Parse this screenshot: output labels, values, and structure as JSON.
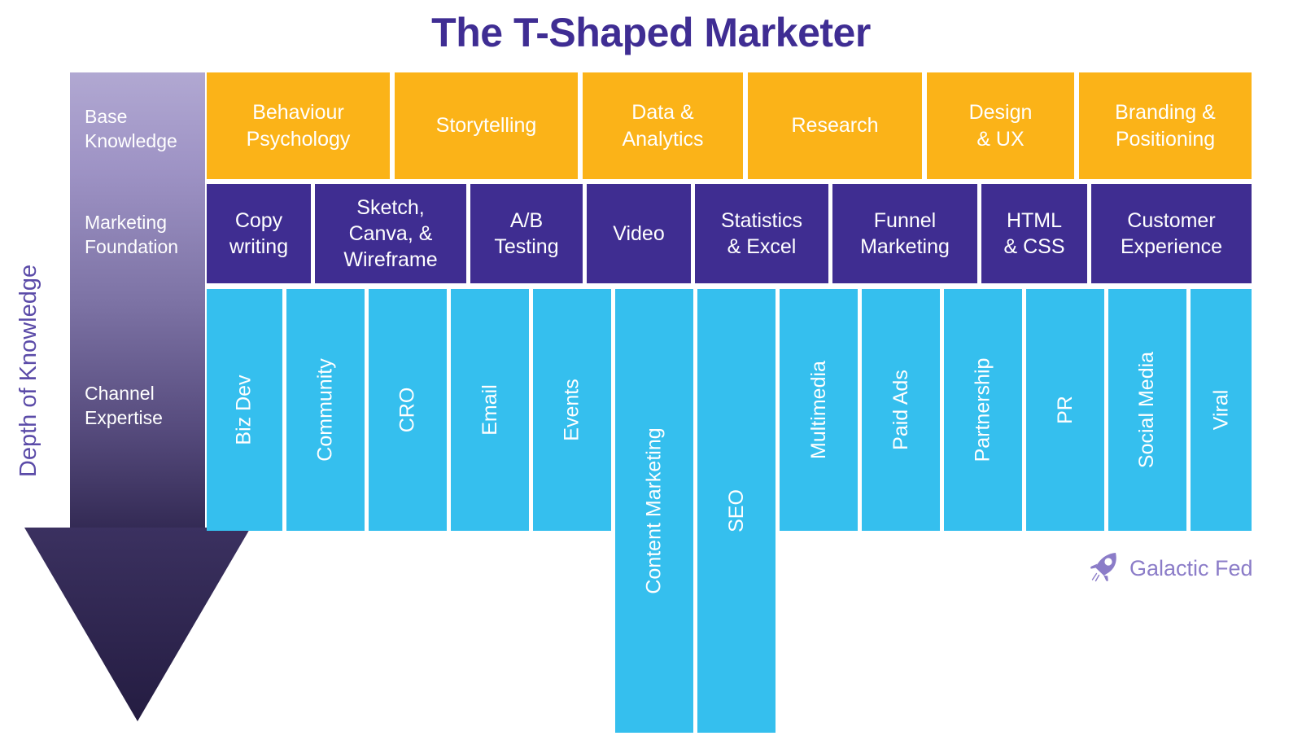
{
  "title": "The T-Shaped Marketer",
  "axis": {
    "vertical_label": "Depth of Knowledge"
  },
  "colors": {
    "title_purple": "#3f2d93",
    "base_orange": "#fbb318",
    "foundation_purple": "#3f2d91",
    "channel_blue": "#35bfee",
    "arrow_light": "#b1a8d2",
    "arrow_dark": "#332a54",
    "logo_purple": "#8b7cc8"
  },
  "rows": [
    {
      "id": "base-knowledge",
      "label": "Base\nKnowledge",
      "label_line1": "Base",
      "label_line2": "Knowledge"
    },
    {
      "id": "marketing-foundation",
      "label_line1": "Marketing",
      "label_line2": "Foundation"
    },
    {
      "id": "channel-expertise",
      "label_line1": "Channel",
      "label_line2": "Expertise"
    }
  ],
  "base_knowledge": {
    "items": [
      {
        "line1": "Behaviour",
        "line2": "Psychology"
      },
      {
        "line1": "Storytelling",
        "line2": ""
      },
      {
        "line1": "Data &",
        "line2": "Analytics"
      },
      {
        "line1": "Research",
        "line2": ""
      },
      {
        "line1": "Design",
        "line2": "& UX"
      },
      {
        "line1": "Branding &",
        "line2": "Positioning"
      }
    ]
  },
  "marketing_foundation": {
    "items": [
      {
        "line1": "Copy",
        "line2": "writing",
        "line3": ""
      },
      {
        "line1": "Sketch,",
        "line2": "Canva, &",
        "line3": "Wireframe"
      },
      {
        "line1": "A/B",
        "line2": "Testing",
        "line3": ""
      },
      {
        "line1": "Video",
        "line2": "",
        "line3": ""
      },
      {
        "line1": "Statistics",
        "line2": "& Excel",
        "line3": ""
      },
      {
        "line1": "Funnel",
        "line2": "Marketing",
        "line3": ""
      },
      {
        "line1": "HTML",
        "line2": "& CSS",
        "line3": ""
      },
      {
        "line1": "Customer",
        "line2": "Experience",
        "line3": ""
      }
    ]
  },
  "channel_expertise": {
    "items": [
      {
        "label": "Biz Dev"
      },
      {
        "label": "Community"
      },
      {
        "label": "CRO"
      },
      {
        "label": "Email"
      },
      {
        "label": "Events"
      },
      {
        "label": "Content Marketing"
      },
      {
        "label": "SEO"
      },
      {
        "label": "Multimedia"
      },
      {
        "label": "Paid Ads"
      },
      {
        "label": "Partnership"
      },
      {
        "label": "PR"
      },
      {
        "label": "Social Media"
      },
      {
        "label": "Viral"
      }
    ]
  },
  "logo": {
    "text": "Galactic Fed",
    "icon": "rocket-icon"
  },
  "chart_data": {
    "type": "table",
    "title": "The T-Shaped Marketer",
    "ylabel": "Depth of Knowledge",
    "tiers": [
      {
        "name": "Base Knowledge",
        "color": "#fbb318",
        "skills": [
          "Behaviour Psychology",
          "Storytelling",
          "Data & Analytics",
          "Research",
          "Design & UX",
          "Branding & Positioning"
        ]
      },
      {
        "name": "Marketing Foundation",
        "color": "#3f2d91",
        "skills": [
          "Copy writing",
          "Sketch, Canva, & Wireframe",
          "A/B Testing",
          "Video",
          "Statistics & Excel",
          "Funnel Marketing",
          "HTML & CSS",
          "Customer Experience"
        ]
      },
      {
        "name": "Channel Expertise",
        "color": "#35bfee",
        "skills": [
          "Biz Dev",
          "Community",
          "CRO",
          "Email",
          "Events",
          "Content Marketing",
          "SEO",
          "Multimedia",
          "Paid Ads",
          "Partnership",
          "PR",
          "Social Media",
          "Viral"
        ],
        "deep_skills": [
          "Content Marketing",
          "SEO"
        ]
      }
    ]
  }
}
